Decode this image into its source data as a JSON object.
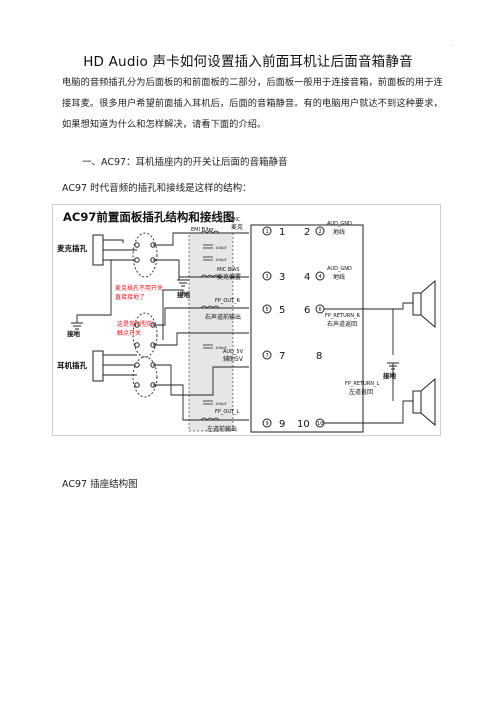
{
  "page": {
    "corner_mark": ".",
    "title": "HD Audio 声卡如何设置插入前面耳机让后面音箱静音",
    "paragraph": "电脑的音频插孔分为后面板的和前面板的二部分，后面板一般用于连接音箱，前面板的用于连接耳麦。很多用户希望前面插入耳机后，后面的音箱静音。有的电脑用户就达不到这种要求，如果想知道为什么和怎样解决，请看下面的介绍。",
    "heading1": "一、AC97：耳机插座内的开关让后面的音箱静音",
    "line2": "AC97 时代音频的插孔和接线是这样的结构：",
    "caption": "AC97 插座结构图"
  },
  "diagram": {
    "title": "AC97前置面板插孔结构和接线图",
    "emi_label": "EMI Filter",
    "mic_jack": "麦克插孔",
    "headphone_jack": "耳机插孔",
    "ground_left": "接地",
    "ground_mid": "接地",
    "ground_right": "接地",
    "note_mic": [
      "麦克插孔不用开关",
      "直接接地了"
    ],
    "note_switch": [
      "这是常闭型的",
      "触点开关"
    ],
    "pins_left": [
      {
        "num": "1",
        "code": "MIC",
        "cn": "麦克"
      },
      {
        "num": "3",
        "code": "MIC BIAS",
        "cn": "麦克偏置"
      },
      {
        "num": "5",
        "code": "FP_OUT_R",
        "cn": "右声道前输出"
      },
      {
        "num": "7",
        "code": "AUD_5V",
        "cn": "辅助5V"
      },
      {
        "num": "9",
        "code": "FP_OUT_L",
        "cn": "左道前输出"
      }
    ],
    "pins_right": [
      {
        "num": "2",
        "code": "AUD_GND",
        "cn": "地线"
      },
      {
        "num": "4",
        "code": "AUD_GND",
        "cn": "地线"
      },
      {
        "num": "6",
        "code": "FP_RETURN_R",
        "cn": "右声道返回"
      },
      {
        "num": "8",
        "code": "",
        "cn": ""
      },
      {
        "num": "10",
        "code": "FP_RETURN_L",
        "cn": "左道返回"
      }
    ],
    "cap_labels": [
      "100pF",
      "100pF",
      "100pF",
      "100pF"
    ],
    "colors": {
      "note": "#e8101a",
      "ink": "#1a1a1a",
      "emi_fill": "#e6e6e6"
    }
  }
}
